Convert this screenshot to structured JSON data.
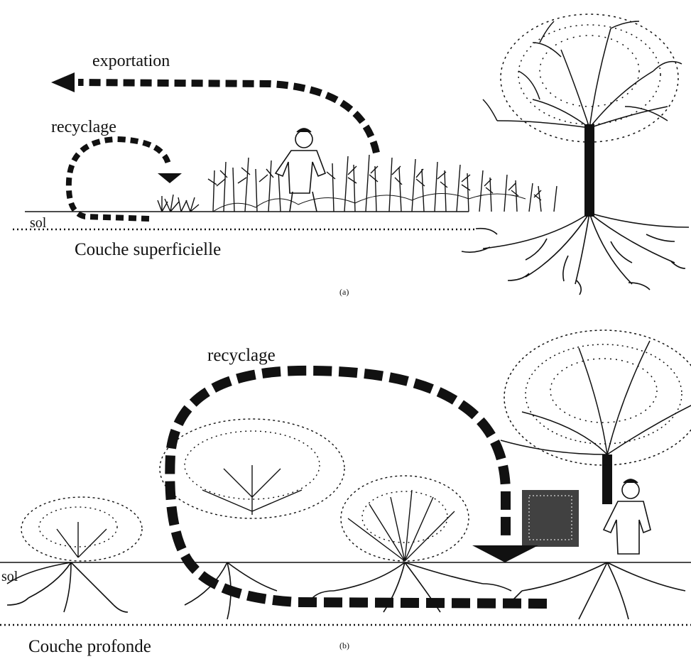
{
  "panel_a": {
    "caption": "(a)",
    "labels": {
      "exportation": "exportation",
      "recyclage": "recyclage",
      "sol": "sol",
      "layer": "Couche superficielle"
    }
  },
  "panel_b": {
    "caption": "(b)",
    "labels": {
      "recyclage": "recyclage",
      "sol": "sol",
      "layer": "Couche profonde"
    }
  },
  "colors": {
    "ink": "#111111",
    "paper": "#ffffff"
  }
}
